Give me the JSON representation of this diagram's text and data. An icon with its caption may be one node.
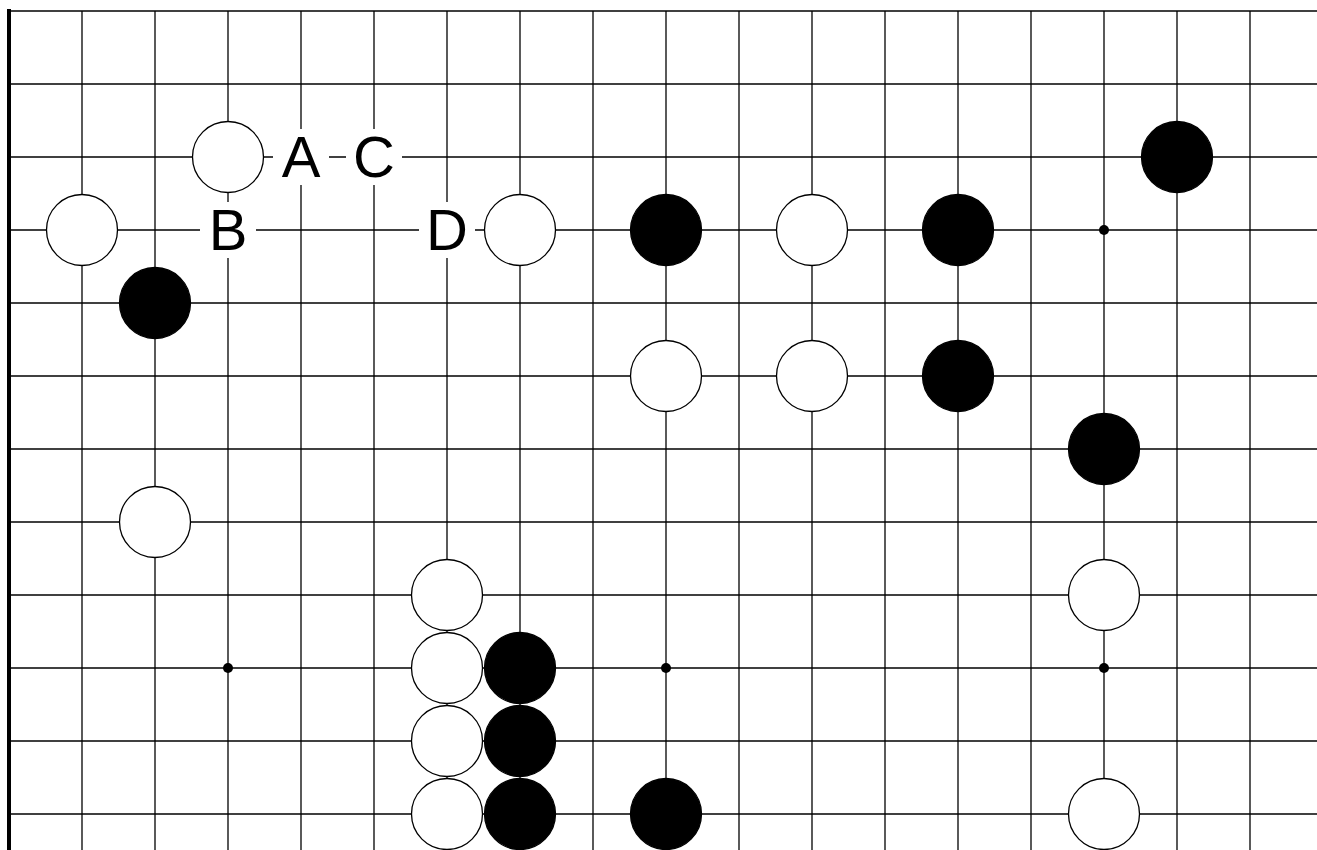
{
  "diagram": {
    "labels": [
      "A",
      "C",
      "B",
      "D"
    ]
  }
}
